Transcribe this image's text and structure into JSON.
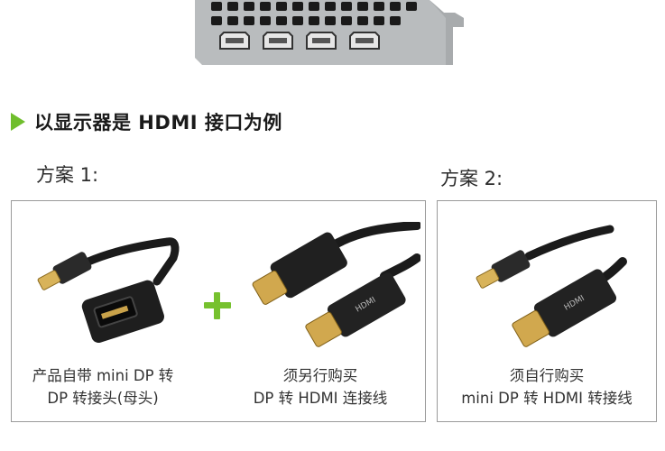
{
  "heading": {
    "title": "以显示器是 HDMI 接口为例",
    "accent_color": "#6fbe2c"
  },
  "plan1": {
    "label": "方案 1:",
    "item_a": {
      "line1": "产品自带 mini DP 转",
      "line2": "DP 转接头(母头)"
    },
    "item_b": {
      "line1": "须另行购买",
      "line2": "DP 转 HDMI 连接线"
    },
    "plus_icon": "plus-icon"
  },
  "plan2": {
    "label": "方案 2:",
    "item": {
      "line1": "须自行购买",
      "line2": "mini DP 转 HDMI 转接线"
    }
  },
  "icons": {
    "bracket": "gpu-bracket-image",
    "minidp_to_dp": "minidp-to-dp-adapter-image",
    "dp_to_hdmi": "dp-to-hdmi-cable-image",
    "minidp_to_hdmi": "minidp-to-hdmi-cable-image"
  },
  "colors": {
    "green": "#6fbe2c",
    "gold": "#c9a24a",
    "cable": "#1b1b1b"
  }
}
